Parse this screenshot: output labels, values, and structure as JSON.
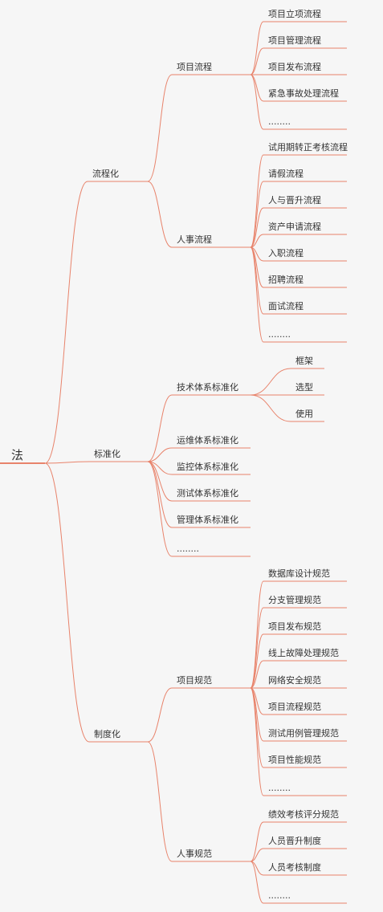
{
  "root": {
    "label": "法"
  },
  "branches": [
    {
      "label": "流程化",
      "children": [
        {
          "label": "项目流程",
          "children": [
            {
              "label": "项目立项流程"
            },
            {
              "label": "项目管理流程"
            },
            {
              "label": "项目发布流程"
            },
            {
              "label": "紧急事故处理流程"
            },
            {
              "label": "........"
            }
          ]
        },
        {
          "label": "人事流程",
          "children": [
            {
              "label": "试用期转正考核流程"
            },
            {
              "label": "请假流程"
            },
            {
              "label": "人与晋升流程"
            },
            {
              "label": "资产申请流程"
            },
            {
              "label": "入职流程"
            },
            {
              "label": "招聘流程"
            },
            {
              "label": "面试流程"
            },
            {
              "label": "........"
            }
          ]
        }
      ]
    },
    {
      "label": "标准化",
      "children": [
        {
          "label": "技术体系标准化",
          "children": [
            {
              "label": "框架"
            },
            {
              "label": "选型"
            },
            {
              "label": "使用"
            }
          ]
        },
        {
          "label": "运维体系标准化"
        },
        {
          "label": "监控体系标准化"
        },
        {
          "label": "测试体系标准化"
        },
        {
          "label": "管理体系标准化"
        },
        {
          "label": "........"
        }
      ]
    },
    {
      "label": "制度化",
      "children": [
        {
          "label": "项目规范",
          "children": [
            {
              "label": "数据库设计规范"
            },
            {
              "label": "分支管理规范"
            },
            {
              "label": "项目发布规范"
            },
            {
              "label": "线上故障处理规范"
            },
            {
              "label": "网络安全规范"
            },
            {
              "label": "项目流程规范"
            },
            {
              "label": "测试用例管理规范"
            },
            {
              "label": "项目性能规范"
            },
            {
              "label": "........"
            }
          ]
        },
        {
          "label": "人事规范",
          "children": [
            {
              "label": "绩效考核评分规范"
            },
            {
              "label": "人员晋升制度"
            },
            {
              "label": "人员考核制度"
            },
            {
              "label": "........"
            }
          ]
        }
      ]
    }
  ],
  "colors": {
    "line": "#e8836b",
    "text": "#333333",
    "background": "#f6f6f6"
  }
}
